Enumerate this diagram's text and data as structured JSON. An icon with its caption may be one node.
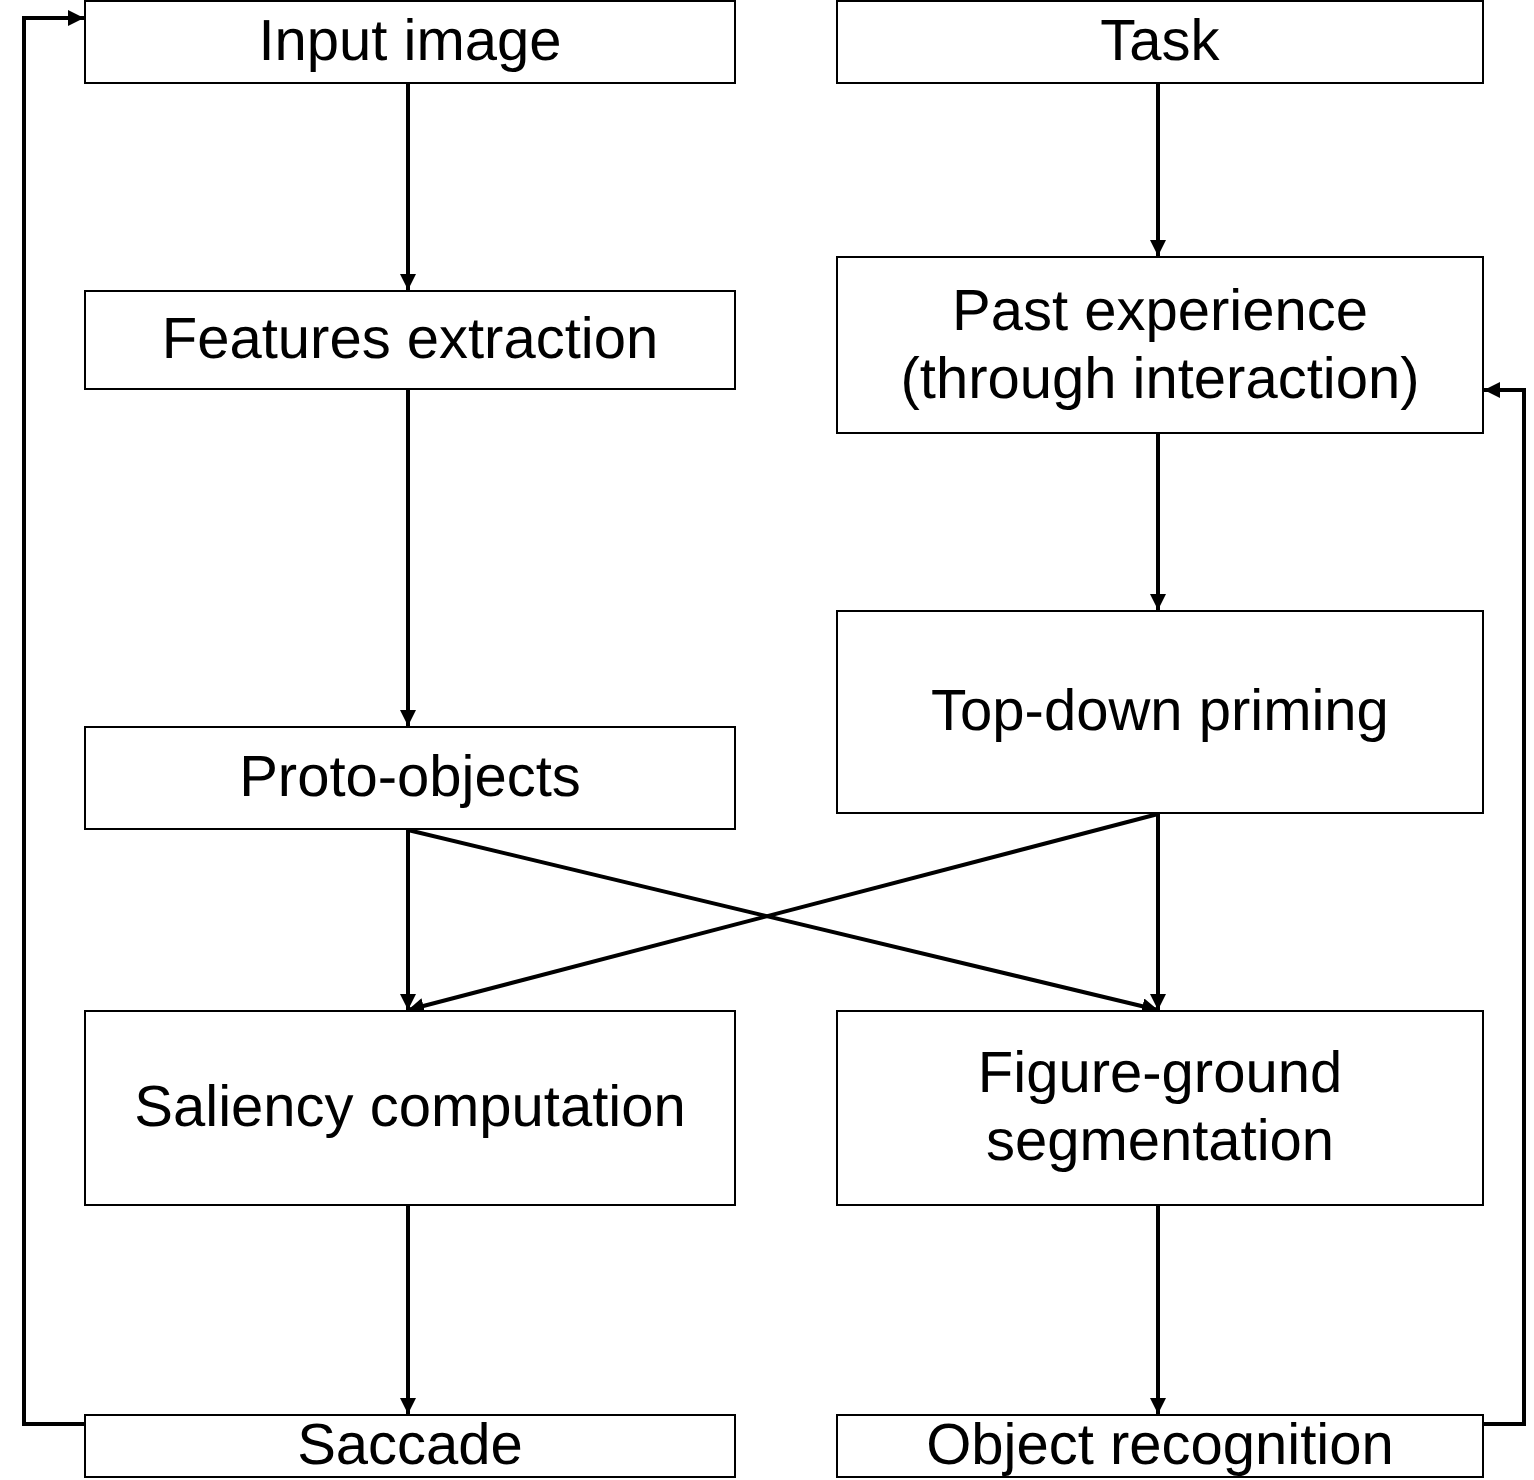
{
  "diagram": {
    "nodes": [
      {
        "text": [
          "Input image"
        ]
      },
      {
        "text": [
          "Task"
        ]
      },
      {
        "text": [
          "Features extraction"
        ]
      },
      {
        "text": [
          "Past experience (through interaction)"
        ]
      },
      {
        "text": [
          "Proto-objects"
        ]
      },
      {
        "text": [
          "Top-down priming"
        ]
      },
      {
        "text": [
          "Saliency computation"
        ]
      },
      {
        "text": [
          "Figure-ground segmentation"
        ]
      },
      {
        "text": [
          "Saccade"
        ]
      },
      {
        "text": [
          "Object recognition"
        ]
      }
    ],
    "edges": [
      {
        "from": 0,
        "to": 2,
        "arrow": "to"
      },
      {
        "from": 1,
        "to": 3,
        "arrow": "to"
      },
      {
        "from": 2,
        "to": 4,
        "arrow": "to"
      },
      {
        "from": 3,
        "to": 5,
        "arrow": "to"
      },
      {
        "from": 4,
        "to": 6,
        "arrow": "to"
      },
      {
        "from": 4,
        "to": 7,
        "arrow": "to"
      },
      {
        "from": 5,
        "to": 6,
        "arrow": "to"
      },
      {
        "from": 5,
        "to": 7,
        "arrow": "to"
      },
      {
        "from": 6,
        "to": 8,
        "arrow": "to"
      },
      {
        "from": 7,
        "to": 9,
        "arrow": "to"
      },
      {
        "from": 8,
        "to": 0,
        "arrow": "to"
      },
      {
        "from": 9,
        "to": 3,
        "arrow": "to"
      }
    ]
  }
}
